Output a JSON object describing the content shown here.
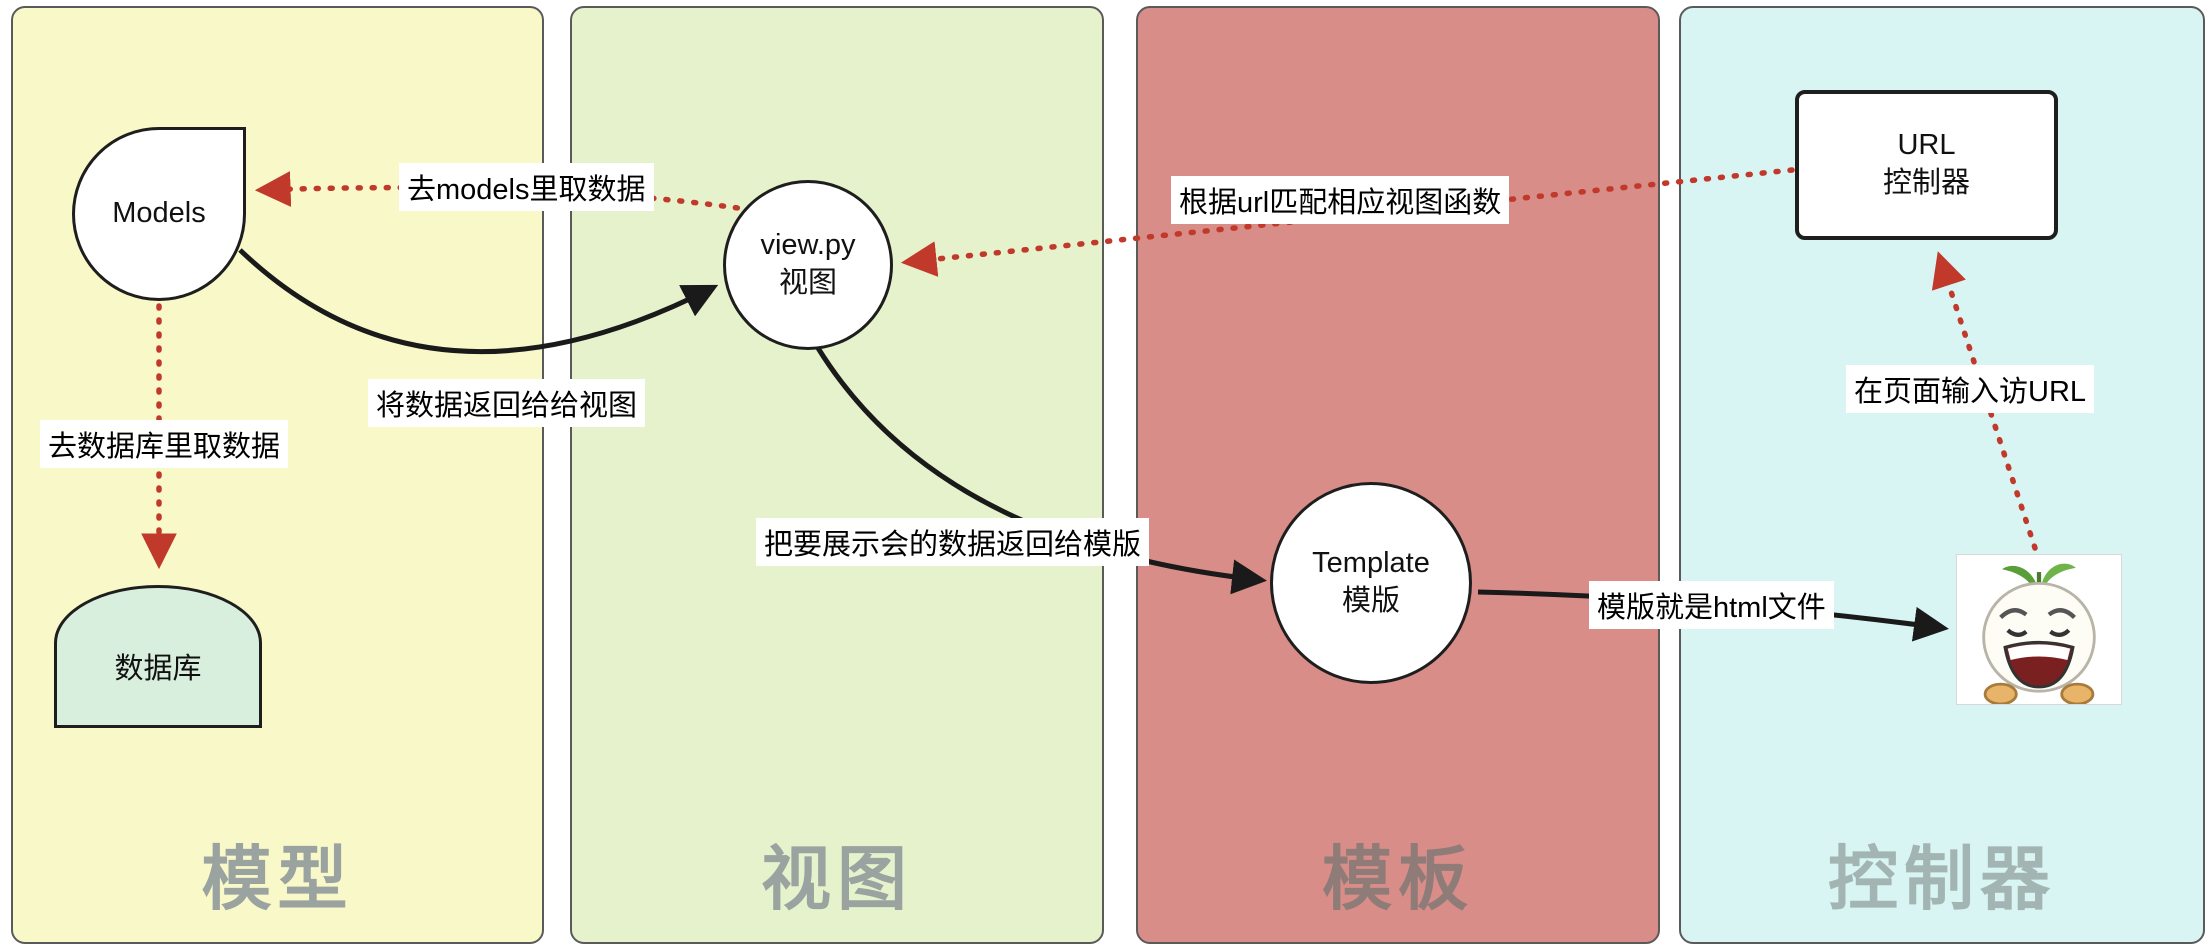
{
  "panels": [
    {
      "title": "模型"
    },
    {
      "title": "视图"
    },
    {
      "title": "模板"
    },
    {
      "title": "控制器"
    }
  ],
  "nodes": {
    "models": {
      "label": "Models"
    },
    "database": {
      "label": "数据库"
    },
    "view": {
      "line1": "view.py",
      "line2": "视图"
    },
    "template": {
      "line1": "Template",
      "line2": "模版"
    },
    "url": {
      "line1": "URL",
      "line2": "控制器"
    }
  },
  "edges": {
    "view_to_models": {
      "label": "去models里取数据"
    },
    "models_to_db": {
      "label": "去数据库里取数据"
    },
    "models_to_view": {
      "label": "将数据返回给给视图"
    },
    "url_to_view": {
      "label": "根据url匹配相应视图函数"
    },
    "view_to_template": {
      "label": "把要展示会的数据返回给模版"
    },
    "template_to_user": {
      "label": "模版就是html文件"
    },
    "user_to_url": {
      "label": "在页面输入访URL"
    }
  },
  "colors": {
    "panel_model_bg": "#f8f8c9",
    "panel_view_bg": "#e6f2cb",
    "panel_template_bg": "#d98d88",
    "panel_controller_bg": "#d9f5f3",
    "database_fill": "#d9efdd",
    "arrow_red": "#c0392b",
    "arrow_black": "#1a1a1a",
    "title_gray": "#9aa3a0"
  }
}
